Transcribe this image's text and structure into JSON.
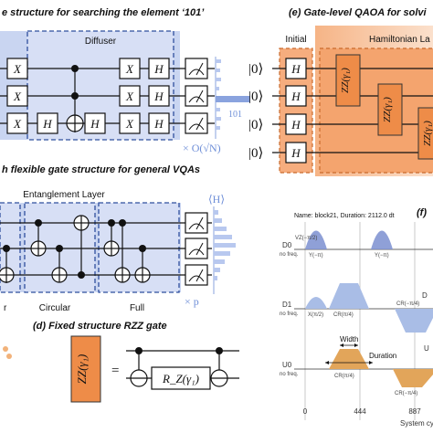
{
  "panel_a": {
    "title": "e structure for searching the element ‘101’",
    "diffuser_label": "Diffuser",
    "gate_x": "X",
    "gate_h": "H",
    "bar_label": "101",
    "repeat_label": "× O(√N)"
  },
  "panel_b": {
    "title": "h flexible gate structure for general VQAs",
    "layer_label": "Entanglement Layer",
    "circular_label": "Circular",
    "full_label": "Full",
    "left_label": "r",
    "expect_label": "⟨H⟩",
    "repeat_label": "× p"
  },
  "panel_d": {
    "title": "(d) Fixed structure RZZ gate",
    "gate_label": "ZZ(γ₁)",
    "equals": "=",
    "rz_label": "R_Z(γ₁)"
  },
  "panel_e": {
    "title": "(e) Gate-level QAOA for solvi",
    "initial_label": "Initial",
    "hamiltonian_label": "Hamiltonian La",
    "ket_label": "|0⟩",
    "gate_h": "H",
    "zz_label": "ZZ(γ₁)"
  },
  "panel_f": {
    "title_tag": "(f)",
    "header": "Name: block21, Duration: 2112.0 dt",
    "channel_d0": "D0",
    "channel_d1": "D1",
    "channel_u0": "U0",
    "channel_d0_right": "D",
    "channel_u0_right": "U",
    "sub_label": "no freq.",
    "vz_label": "VZ(−π/2)",
    "y_label": "Y(−π)",
    "x_label": "X(π/2)",
    "cr_label": "CR(π/4)",
    "cr_neg_label": "CR(−π/4)",
    "width_label": "Width",
    "duration_label": "Duration",
    "axis_label": "System cy",
    "ticks": [
      "0",
      "444",
      "887"
    ],
    "d0_color": "#7b8fd0",
    "d1_color": "#a9bde6",
    "u0_color": "#e2a55a"
  },
  "colors": {
    "blue_panel": "#c8d4f0",
    "blue_dash": "#2f4f9e",
    "orange_fill": "#f2a46c",
    "orange_light": "#fad6bf",
    "orange_dark": "#e67e3a"
  }
}
